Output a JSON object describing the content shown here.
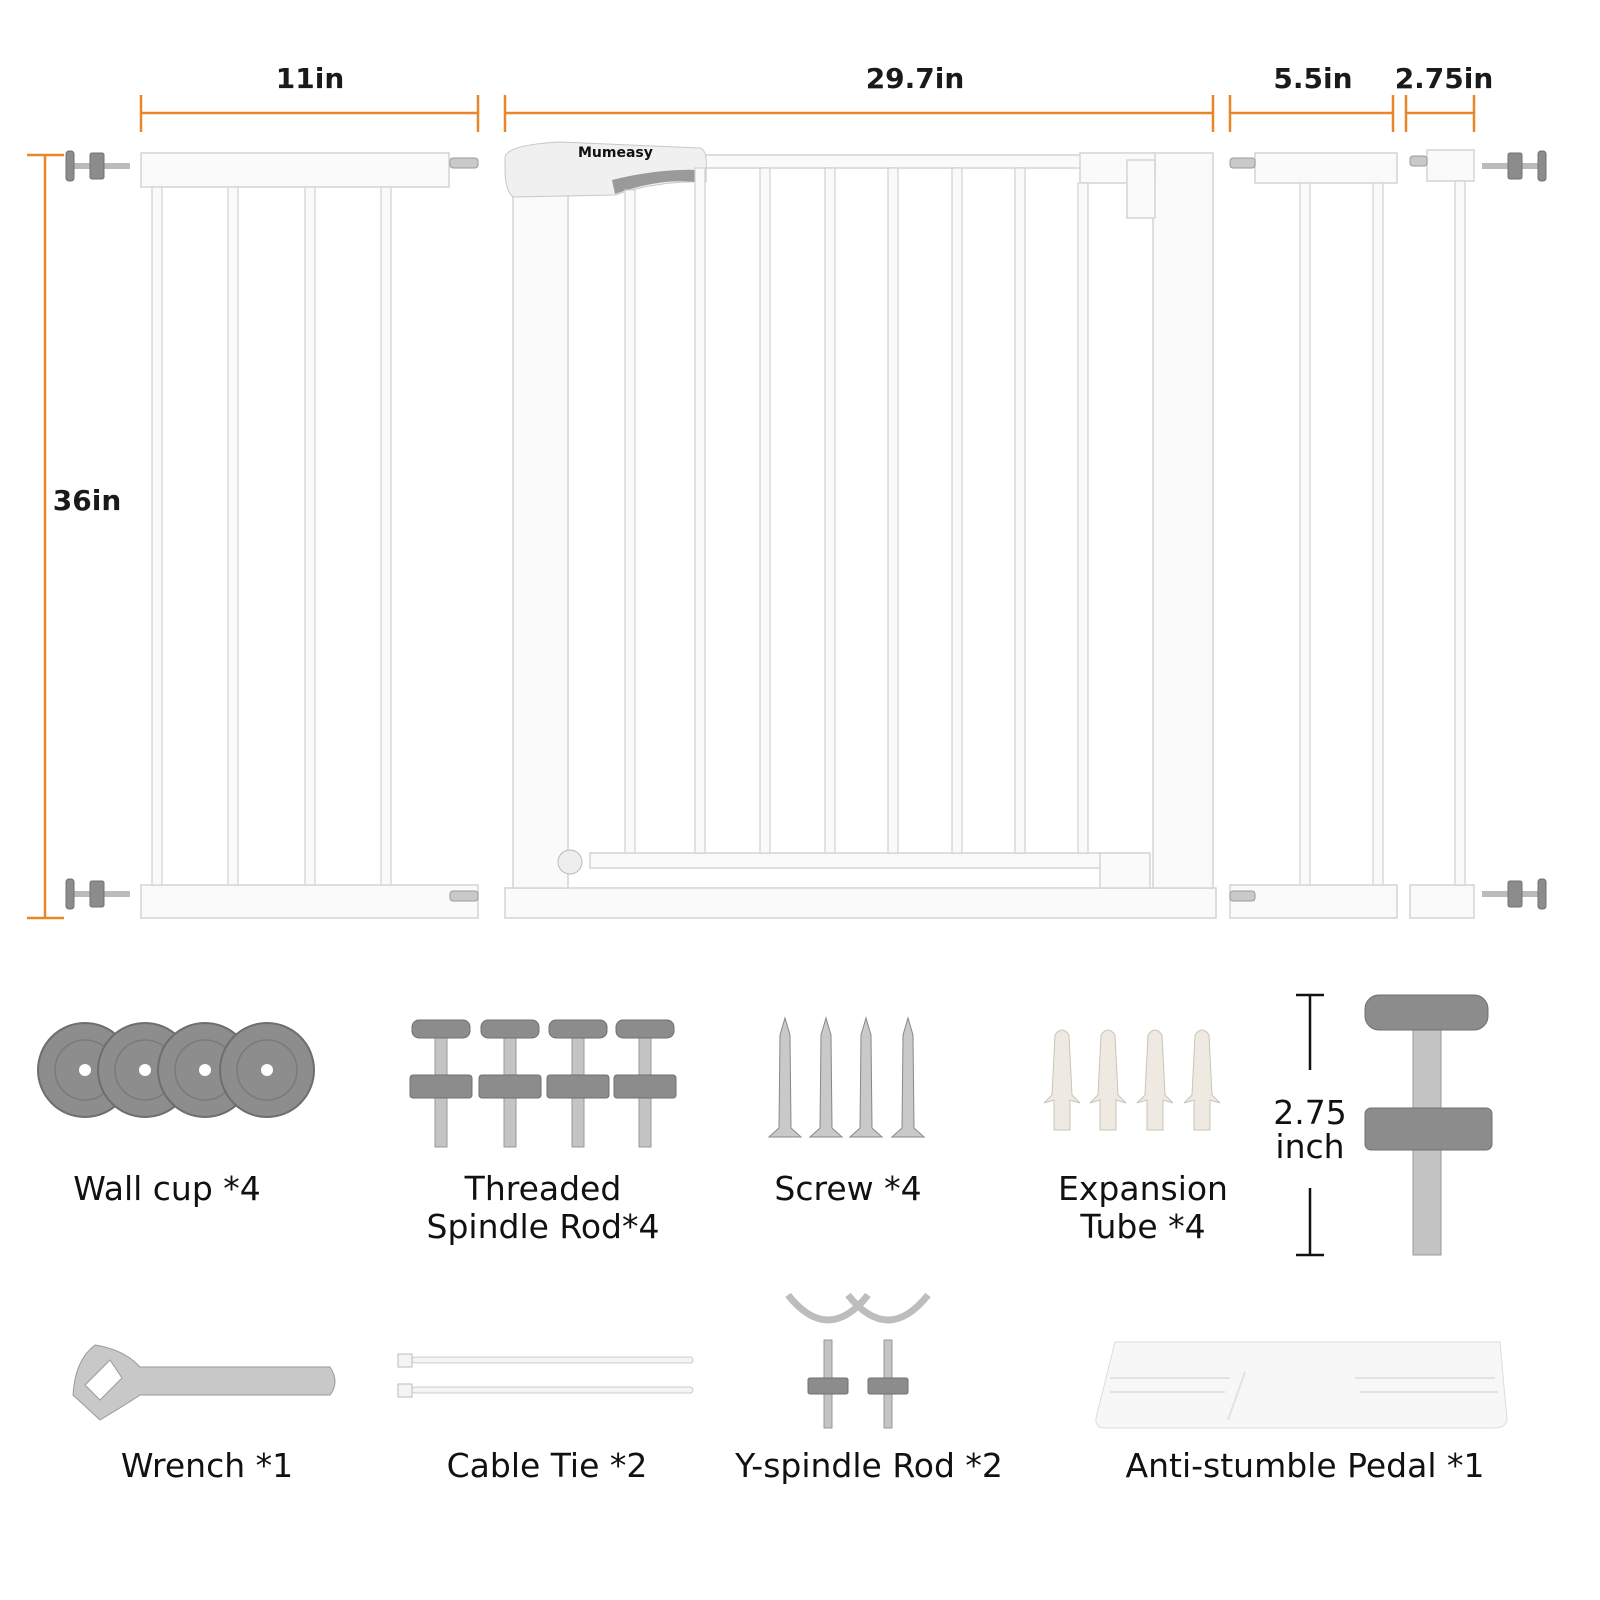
{
  "dimensions": {
    "extension_11": "11in",
    "gate_width": "29.7in",
    "extension_5_5": "5.5in",
    "extension_2_75": "2.75in",
    "height": "36in",
    "bolt_length_value": "2.75",
    "bolt_length_unit": "inch"
  },
  "brand": "Mumeasy",
  "colors": {
    "dimension_line": "#E8872A",
    "parts_gray": "#8c8c8c",
    "gate_white": "#fafafa"
  },
  "parts": {
    "wall_cup": "Wall cup *4",
    "threaded_rod_line1": "Threaded",
    "threaded_rod_line2": "Spindle Rod*4",
    "screw": "Screw *4",
    "expansion_line1": "Expansion",
    "expansion_line2": "Tube *4",
    "wrench": "Wrench *1",
    "cable_tie": "Cable Tie *2",
    "y_spindle": "Y-spindle Rod *2",
    "pedal": "Anti-stumble Pedal *1"
  }
}
